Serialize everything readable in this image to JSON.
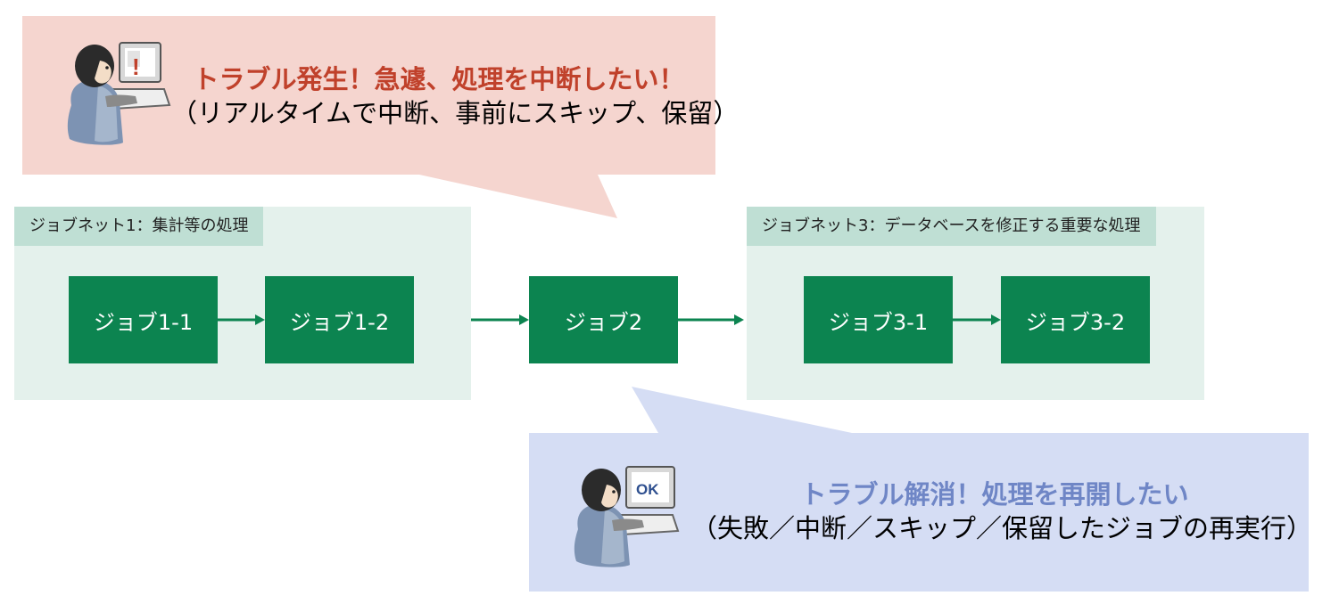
{
  "colors": {
    "job_fill": "#0c8450",
    "jobnet_fill": "#e4f1ec",
    "jobnet_label_fill": "#bfdfd4",
    "arrow": "#0c8450",
    "trouble_callout": "#f5d5cf",
    "trouble_title": "#c0412b",
    "resolve_callout": "#d5ddf4",
    "resolve_title": "#6f86c6"
  },
  "callouts": {
    "trouble": {
      "title": "トラブル発生！急遽、処理を中断したい！",
      "subtitle": "（リアルタイムで中断、事前にスキップ、保留）",
      "illustration": "person-at-laptop-alert",
      "screen_mark": "!"
    },
    "resolve": {
      "title": "トラブル解消！処理を再開したい",
      "subtitle": "（失敗／中断／スキップ／保留したジョブの再実行）",
      "illustration": "person-at-laptop-ok",
      "screen_mark": "OK"
    }
  },
  "jobnets": [
    {
      "label": "ジョブネット1：集計等の処理",
      "jobs": [
        "ジョブ1-1",
        "ジョブ1-2"
      ]
    },
    {
      "label": "ジョブネット3：データベースを修正する重要な処理",
      "jobs": [
        "ジョブ3-1",
        "ジョブ3-2"
      ]
    }
  ],
  "standalone_job": "ジョブ2"
}
